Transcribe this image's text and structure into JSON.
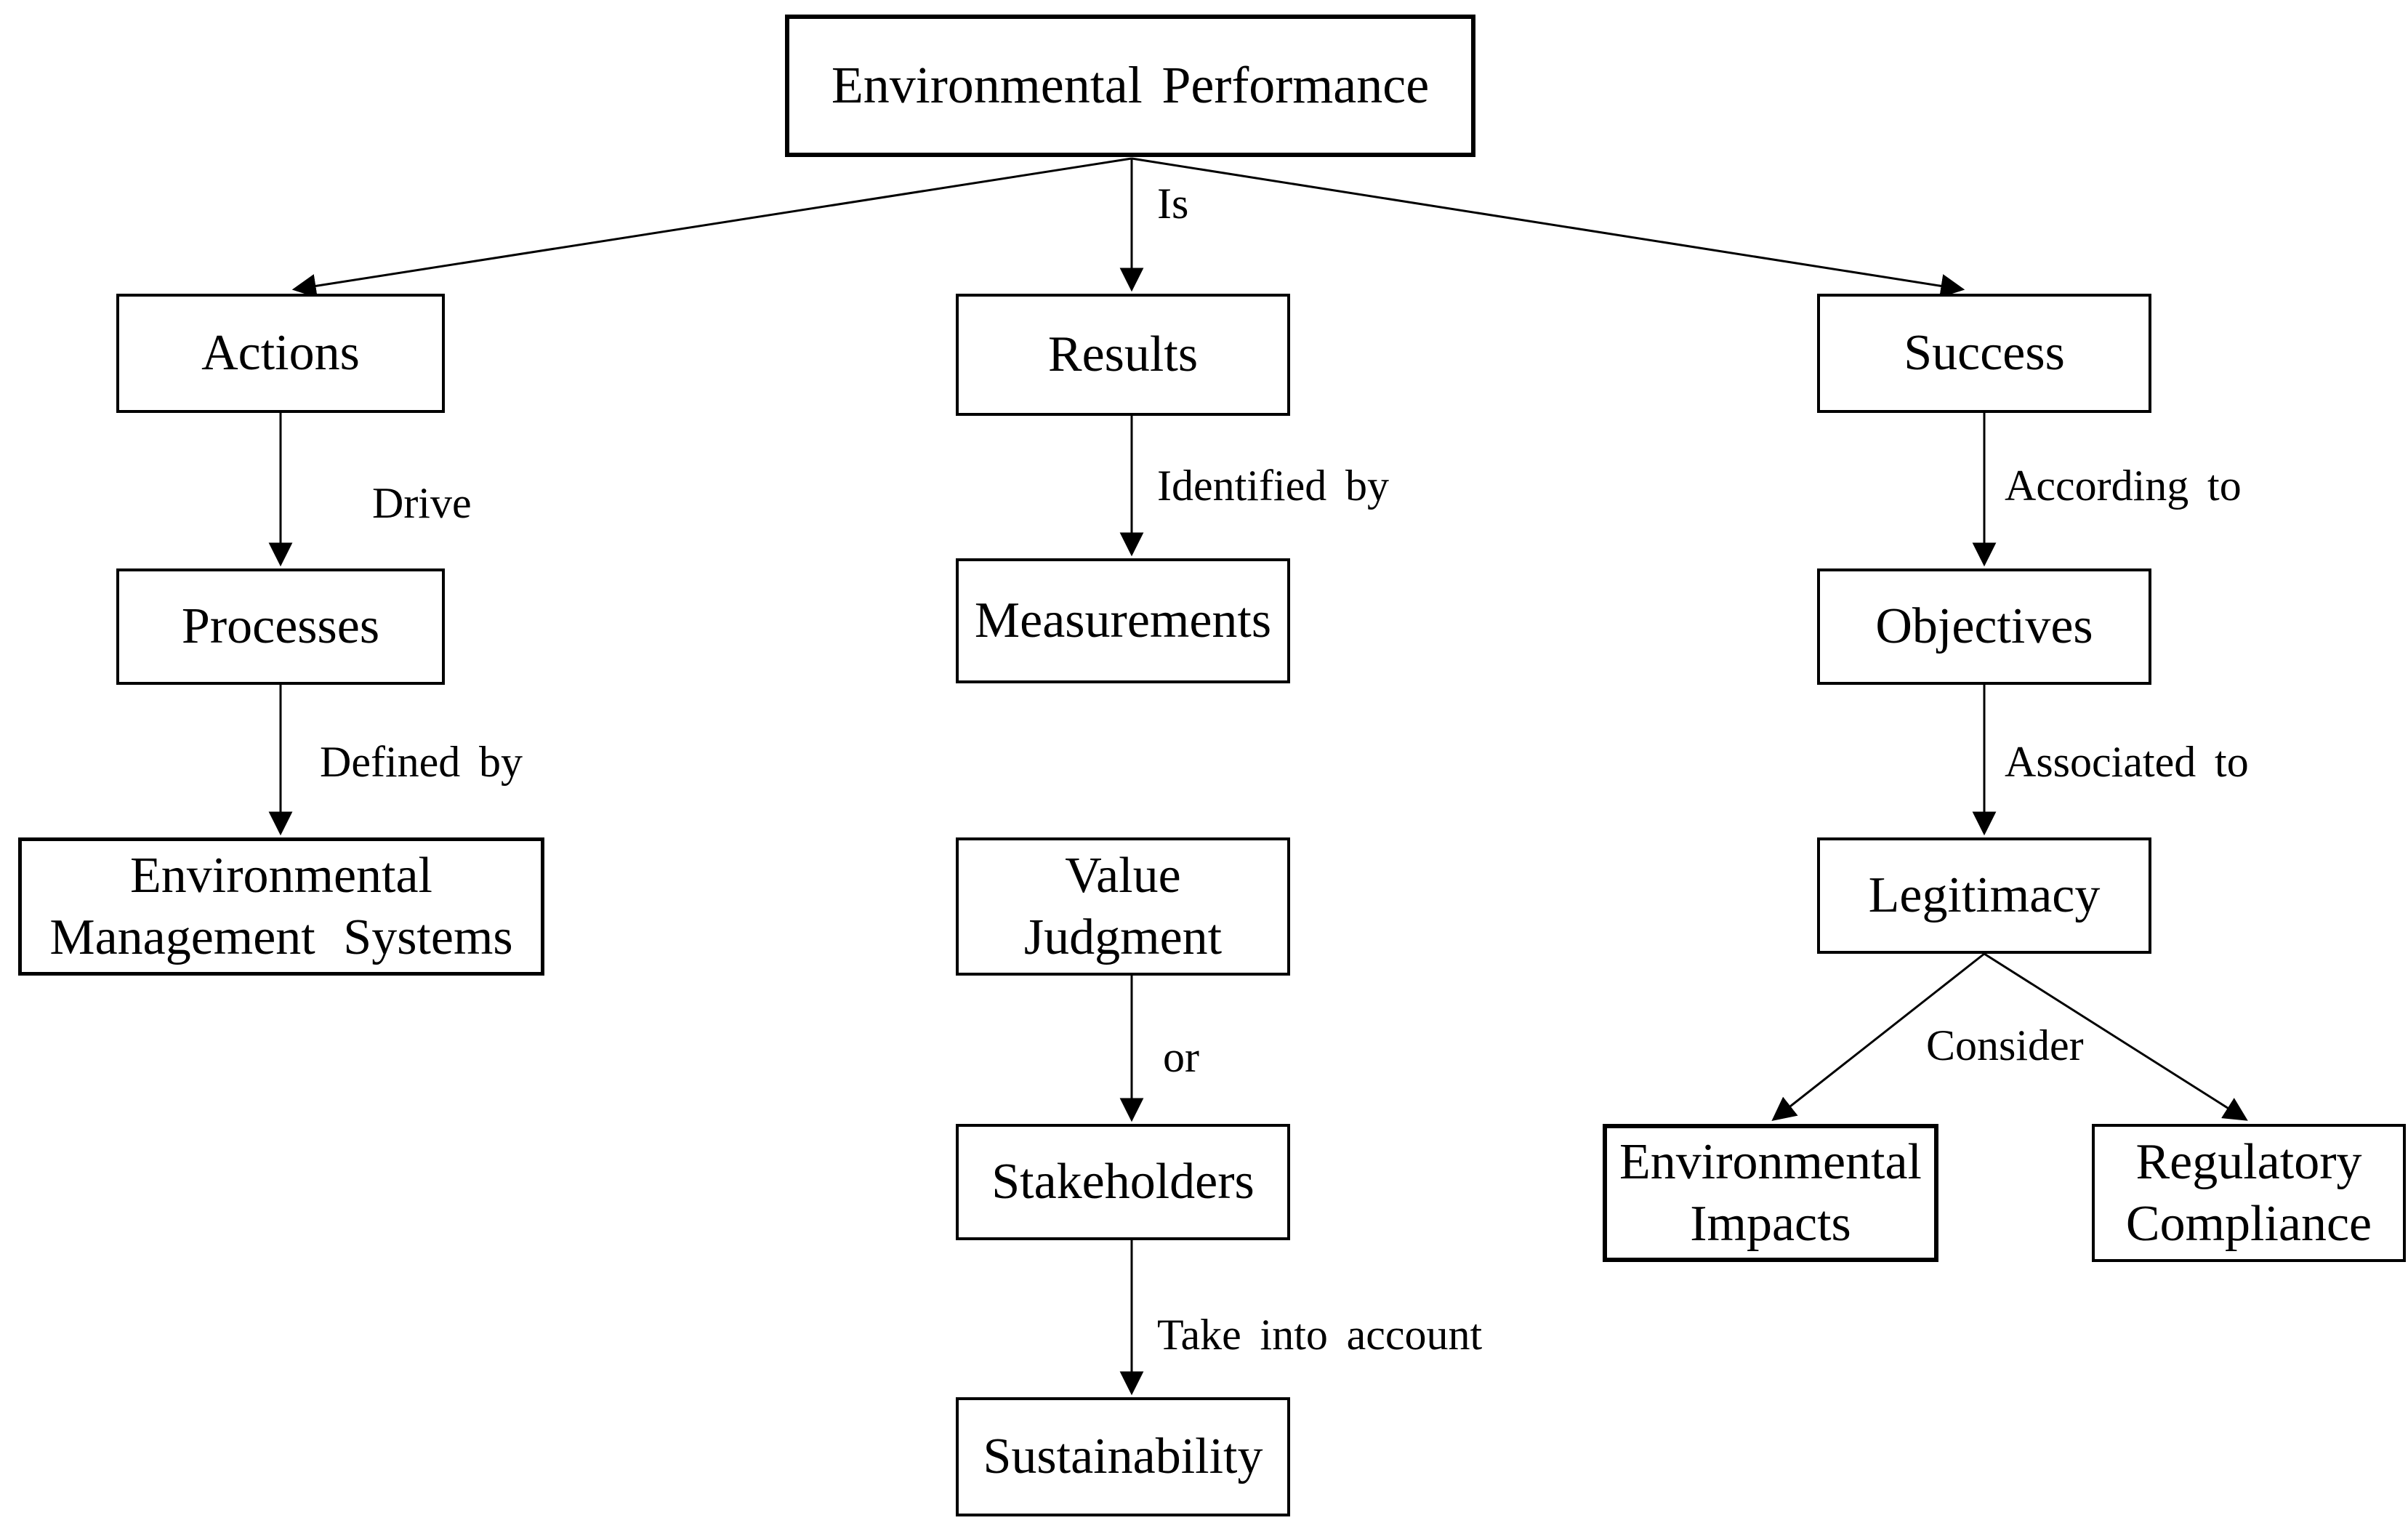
{
  "nodes": {
    "environmental_performance": "Environmental Performance",
    "actions": "Actions",
    "results": "Results",
    "success": "Success",
    "processes": "Processes",
    "measurements": "Measurements",
    "objectives": "Objectives",
    "environmental_management_systems": "Environmental\nManagement Systems",
    "value_judgment": "Value\nJudgment",
    "legitimacy": "Legitimacy",
    "stakeholders": "Stakeholders",
    "environmental_impacts": "Environmental\nImpacts",
    "regulatory_compliance": "Regulatory\nCompliance",
    "sustainability": "Sustainability"
  },
  "edge_labels": {
    "is": "Is",
    "drive": "Drive",
    "defined_by": "Defined by",
    "identified_by": "Identified by",
    "or": "or",
    "take_into_account": "Take into account",
    "according_to": "According to",
    "associated_to": "Associated to",
    "consider": "Consider"
  },
  "relations": [
    {
      "from": "Environmental Performance",
      "to": "Actions",
      "label": "Is"
    },
    {
      "from": "Environmental Performance",
      "to": "Results",
      "label": "Is"
    },
    {
      "from": "Environmental Performance",
      "to": "Success",
      "label": "Is"
    },
    {
      "from": "Actions",
      "to": "Processes",
      "label": "Drive"
    },
    {
      "from": "Processes",
      "to": "Environmental Management Systems",
      "label": "Defined by"
    },
    {
      "from": "Results",
      "to": "Measurements",
      "label": "Identified by"
    },
    {
      "from": "Value Judgment",
      "to": "Stakeholders",
      "label": "or"
    },
    {
      "from": "Stakeholders",
      "to": "Sustainability",
      "label": "Take into account"
    },
    {
      "from": "Success",
      "to": "Objectives",
      "label": "According to"
    },
    {
      "from": "Objectives",
      "to": "Legitimacy",
      "label": "Associated to"
    },
    {
      "from": "Legitimacy",
      "to": "Environmental Impacts",
      "label": "Consider"
    },
    {
      "from": "Legitimacy",
      "to": "Regulatory Compliance",
      "label": "Consider"
    }
  ],
  "colors": {
    "background": "#ffffff",
    "box_border": "#000000",
    "text": "#000000",
    "arrow": "#000000"
  }
}
